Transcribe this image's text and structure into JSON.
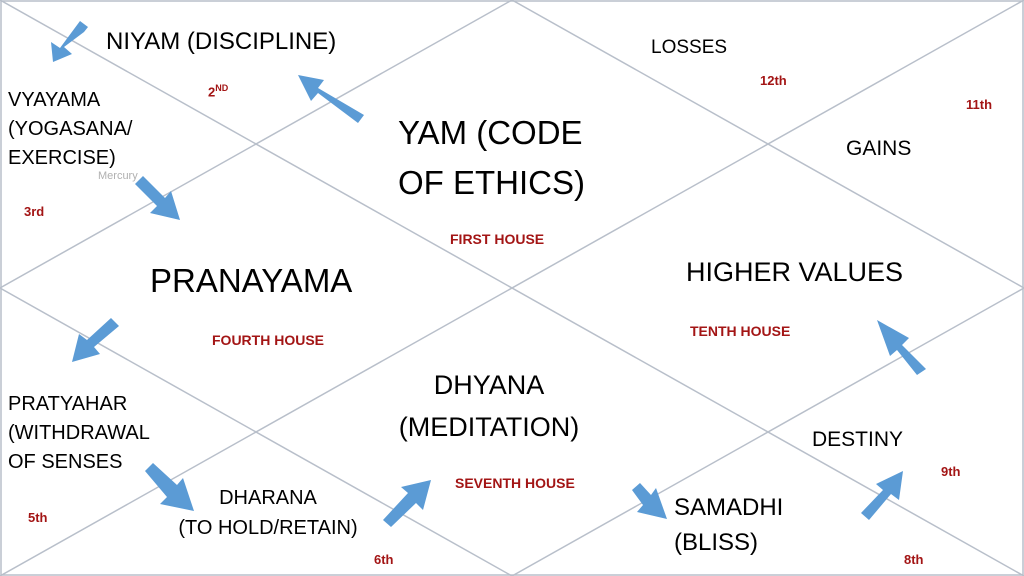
{
  "colors": {
    "line": "#b8bfca",
    "arrow": "#5b9bd5",
    "house_label": "#a31515",
    "text": "#000000",
    "background": "#ffffff"
  },
  "labels": {
    "niyam": "NIYAM (DISCIPLINE)",
    "vyayama": [
      "VYAYAMA",
      "(YOGASANA/",
      "EXERCISE)"
    ],
    "yam": [
      "YAM (CODE",
      "OF ETHICS)"
    ],
    "losses": "LOSSES",
    "gains": "GAINS",
    "pranayama": "PRANAYAMA",
    "higher_values": "HIGHER VALUES",
    "pratyahar": [
      "PRATYAHAR",
      "(WITHDRAWAL",
      "OF SENSES"
    ],
    "dharana": [
      "DHARANA",
      "(TO HOLD/RETAIN)"
    ],
    "dhyana": [
      "DHYANA",
      "(MEDITATION)"
    ],
    "destiny": "DESTINY",
    "samadhi": [
      "SAMADHI",
      "(BLISS)"
    ],
    "mercury": "Mercury"
  },
  "houses": {
    "first": "FIRST HOUSE",
    "second": "2",
    "second_sup": "ND",
    "third": "3rd",
    "fourth": "FOURTH HOUSE",
    "fifth": "5th",
    "sixth": "6th",
    "seventh": "SEVENTH HOUSE",
    "eighth": "8th",
    "ninth": "9th",
    "tenth": "TENTH HOUSE",
    "eleventh": "11th",
    "twelfth": "12th"
  }
}
